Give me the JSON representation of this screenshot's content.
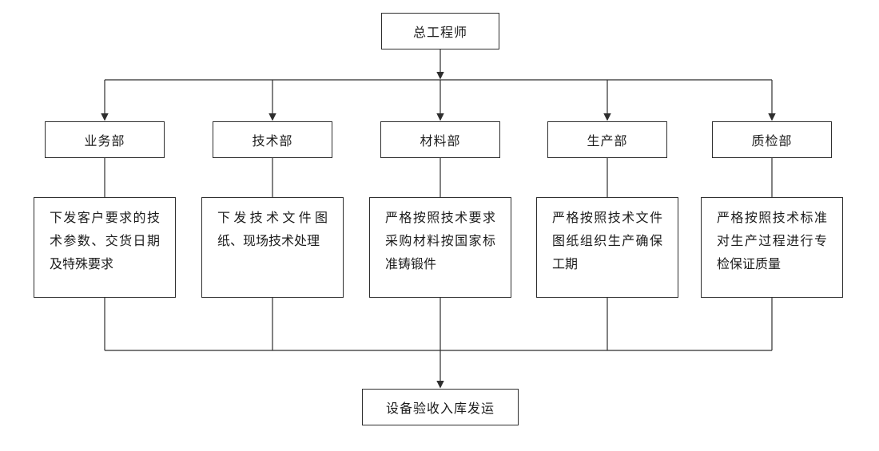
{
  "diagram": {
    "type": "flowchart",
    "root": {
      "label": "总工程师"
    },
    "columns": [
      {
        "dept": "业务部",
        "desc": "下发客户要求的技术参数、交货日期及特殊要求"
      },
      {
        "dept": "技术部",
        "desc": "下发技术文件图纸、现场技术处理"
      },
      {
        "dept": "材料部",
        "desc": "严格按照技术要求采购材料按国家标准铸锻件"
      },
      {
        "dept": "生产部",
        "desc": "严格按照技术文件图纸组织生产确保工期"
      },
      {
        "dept": "质检部",
        "desc": "严格按照技术标准对生产过程进行专检保证质量"
      }
    ],
    "sink": {
      "label": "设备验收入库发运"
    }
  },
  "colors": {
    "background": "#ffffff",
    "line": "#2e2e2e",
    "text": "#1c1c1c"
  }
}
